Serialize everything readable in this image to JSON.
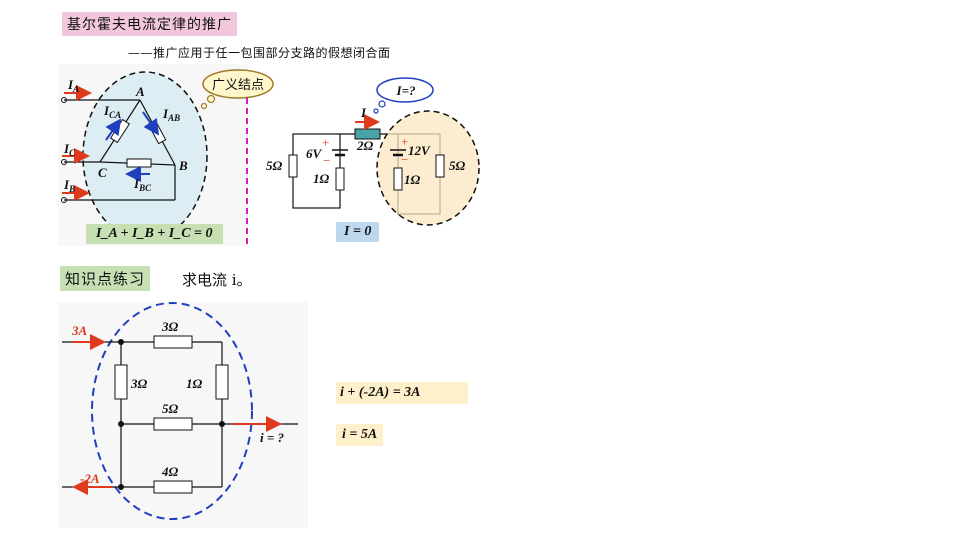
{
  "header": {
    "title": "基尔霍夫电流定律的推广",
    "subtitle": "——推广应用于任一包围部分支路的假想闭合面"
  },
  "colors": {
    "title_bg": "#f2c6dc",
    "practice_bg": "#c6e0b4",
    "eq_bg": "#d7eaf8",
    "i0_bg": "#bdd7ee",
    "answer_bg": "#fff0cc",
    "arrow_red": "#e03a1e",
    "arrow_blue": "#1f3fbf",
    "dash_blue": "#1f3fbf",
    "dash_magenta": "#d000c0",
    "node_fill": "#dceef4",
    "cloud_fill": "#fff7cc",
    "resistor_teal": "#4aa3a8"
  },
  "triangle_circuit": {
    "currents_in": [
      "I_A",
      "I_C",
      "I_B"
    ],
    "nodes": [
      "A",
      "B",
      "C"
    ],
    "branch_currents": [
      "I_CA",
      "I_AB",
      "I_BC"
    ],
    "callout": "广义结点",
    "equation": "I_A + I_B + I_C = 0"
  },
  "bridge_circuit": {
    "question_callout": "I=?",
    "current_label": "I",
    "series_resistor": "2Ω",
    "left_source": "6V",
    "left_internal": "1Ω",
    "left_load": "5Ω",
    "right_source": "12V",
    "right_internal": "1Ω",
    "right_load": "5Ω",
    "plus_sign": "+",
    "minus_sign": "−",
    "result": "I = 0"
  },
  "practice": {
    "tag": "知识点练习",
    "prompt": "求电流 i。",
    "currents": {
      "in_top": "3A",
      "in_bottom": "-2A",
      "out": "i = ?"
    },
    "resistors": {
      "top": "3Ω",
      "left": "3Ω",
      "right": "1Ω",
      "middle": "5Ω",
      "bottom": "4Ω"
    },
    "equations": [
      "i + (-2A) = 3A",
      "i = 5A"
    ]
  }
}
